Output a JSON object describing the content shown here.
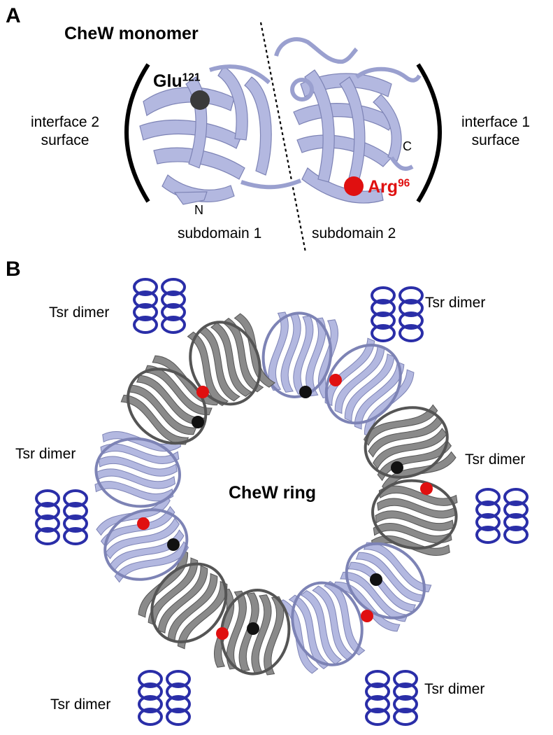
{
  "panel_a": {
    "label": "A",
    "title": "CheW monomer",
    "interface_left": [
      "interface 2",
      "surface"
    ],
    "interface_right": [
      "interface 1",
      "surface"
    ],
    "subdomain_left": "subdomain 1",
    "subdomain_right": "subdomain 2",
    "n_terminus": "N",
    "c_terminus": "C",
    "residue_glu": {
      "name": "Glu",
      "number": "121",
      "color": "#3a3a3a"
    },
    "residue_arg": {
      "name": "Arg",
      "number": "96",
      "color": "#e01010"
    }
  },
  "panel_b": {
    "label": "B",
    "ring_label": "CheW ring",
    "tsr_labels": [
      "Tsr dimer",
      "Tsr dimer",
      "Tsr dimer",
      "Tsr dimer",
      "Tsr dimer",
      "Tsr dimer"
    ]
  },
  "colors": {
    "ribbon_light": "#b3b8e0",
    "ribbon_light_edge": "#7d83b5",
    "ribbon_gray": "#8a8a8a",
    "ribbon_gray_edge": "#555555",
    "tsr_blue": "#2a2ea8",
    "marker_red": "#e01010",
    "marker_black": "#111111"
  }
}
